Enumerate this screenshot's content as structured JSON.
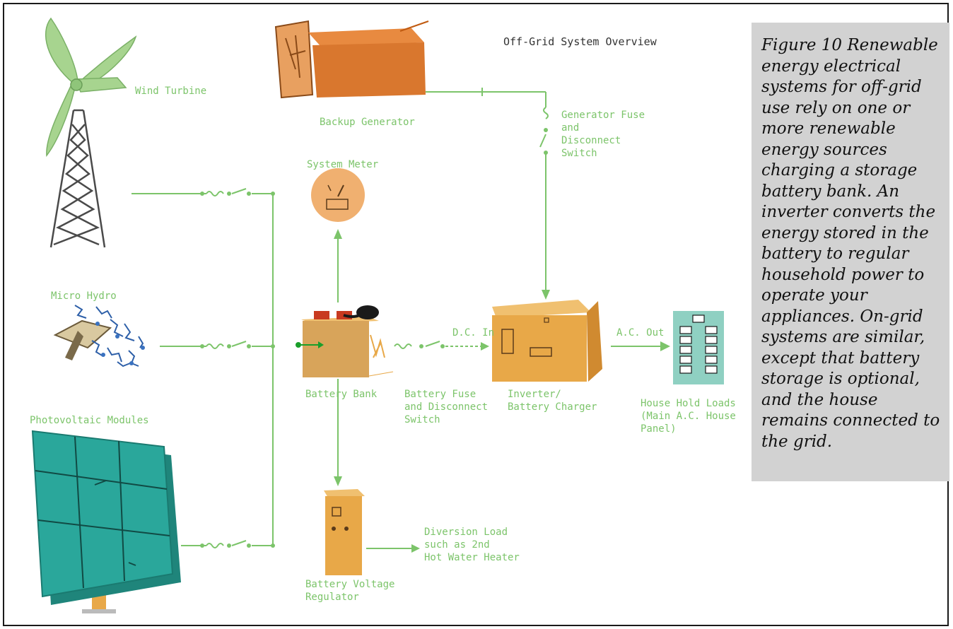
{
  "diagram": {
    "title": "Off-Grid System Overview",
    "labels": {
      "wind_turbine": "Wind Turbine",
      "backup_generator": "Backup Generator",
      "generator_fuse": "Generator Fuse\nand\nDisconnect\nSwitch",
      "system_meter": "System Meter",
      "micro_hydro": "Micro Hydro",
      "dc_in": "D.C. In",
      "ac_out": "A.C. Out",
      "battery_bank": "Battery Bank",
      "battery_fuse": "Battery Fuse\nand Disconnect\nSwitch",
      "inverter": "Inverter/\nBattery Charger",
      "house_loads": "House Hold Loads\n(Main A.C. House\nPanel)",
      "photovoltaic": "Photovoltaic Modules",
      "diversion_load": "Diversion Load\nsuch as 2nd\nHot Water Heater",
      "voltage_regulator": "Battery Voltage\nRegulator"
    },
    "colors": {
      "wire": "#7cc46a",
      "equipment": "#e8a848",
      "generator": "#d9772e",
      "panel": "#2aa79b",
      "house_panel": "#8fd0c2"
    }
  },
  "caption": {
    "text": "Figure 10  Renewable energy electrical systems for off-grid use rely on one or more renewable energy sources charging a storage battery bank. An inverter converts the energy stored in the battery to regular household power to operate your appliances. On-grid systems are similar, except that battery storage is optional, and the house remains connected to the grid."
  }
}
